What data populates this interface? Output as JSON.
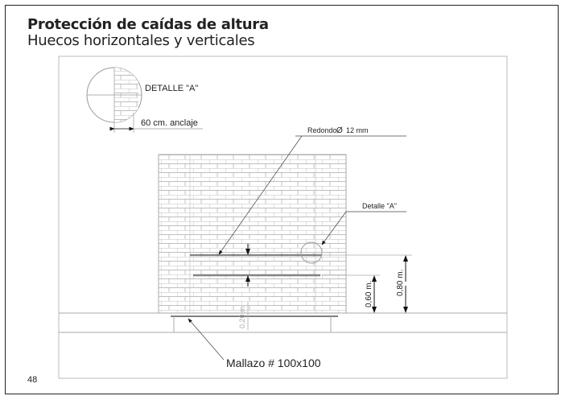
{
  "header": {
    "title": "Protección de caídas de altura",
    "subtitle": "Huecos horizontales y verticales"
  },
  "drawing": {
    "detail_title": "DETALLE \"A\"",
    "anchor_label": "60 cm. anclaje",
    "rebar_label": "Redondo",
    "rebar_symbol": "Ø",
    "rebar_size": "12 mm",
    "detail_ref": "Detalle \"A\"",
    "dim_060": "0,60 m.",
    "dim_080": "0,80 m.",
    "dim_020": "0,20 m",
    "mesh_label": "Mallazo # 100x100"
  },
  "footer": {
    "page_number": "48"
  }
}
